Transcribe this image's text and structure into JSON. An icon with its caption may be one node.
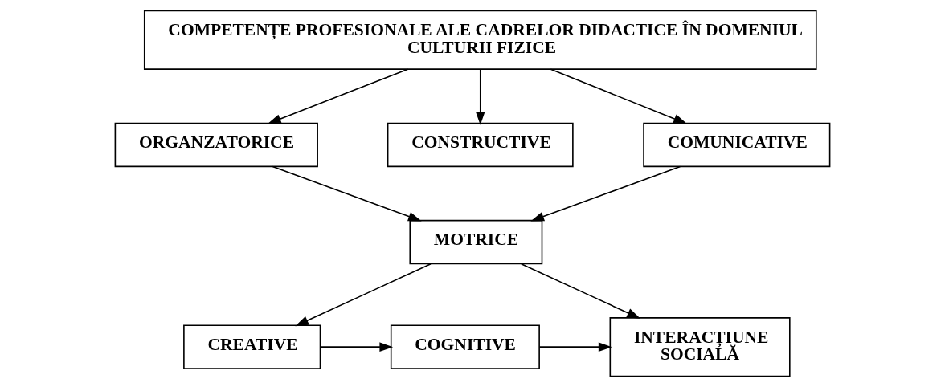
{
  "diagram": {
    "nodes": [
      {
        "text": [
          "COMPETENȚE PROFESIONALE ALE CADRELOR DIDACTICE ÎN DOMENIUL CULTURII FIZICE"
        ]
      },
      {
        "text": [
          "ORGANZATORICE"
        ]
      },
      {
        "text": [
          "CONSTRUCTIVE"
        ]
      },
      {
        "text": [
          "COMUNICATIVE"
        ]
      },
      {
        "text": [
          "MOTRICE"
        ]
      },
      {
        "text": [
          "CREATIVE"
        ]
      },
      {
        "text": [
          "COGNITIVE"
        ]
      },
      {
        "text": [
          "INTERACȚIUNE SOCIALĂ"
        ]
      }
    ],
    "edges": [
      {
        "from": 0,
        "to": 1,
        "arrow": "to"
      },
      {
        "from": 0,
        "to": 2,
        "arrow": "to"
      },
      {
        "from": 0,
        "to": 3,
        "arrow": "to"
      },
      {
        "from": 1,
        "to": 4,
        "arrow": "to"
      },
      {
        "from": 3,
        "to": 4,
        "arrow": "to"
      },
      {
        "from": 4,
        "to": 5,
        "arrow": "to"
      },
      {
        "from": 4,
        "to": 7,
        "arrow": "to"
      },
      {
        "from": 5,
        "to": 6,
        "arrow": "to"
      },
      {
        "from": 6,
        "to": 7,
        "arrow": "to"
      }
    ]
  }
}
